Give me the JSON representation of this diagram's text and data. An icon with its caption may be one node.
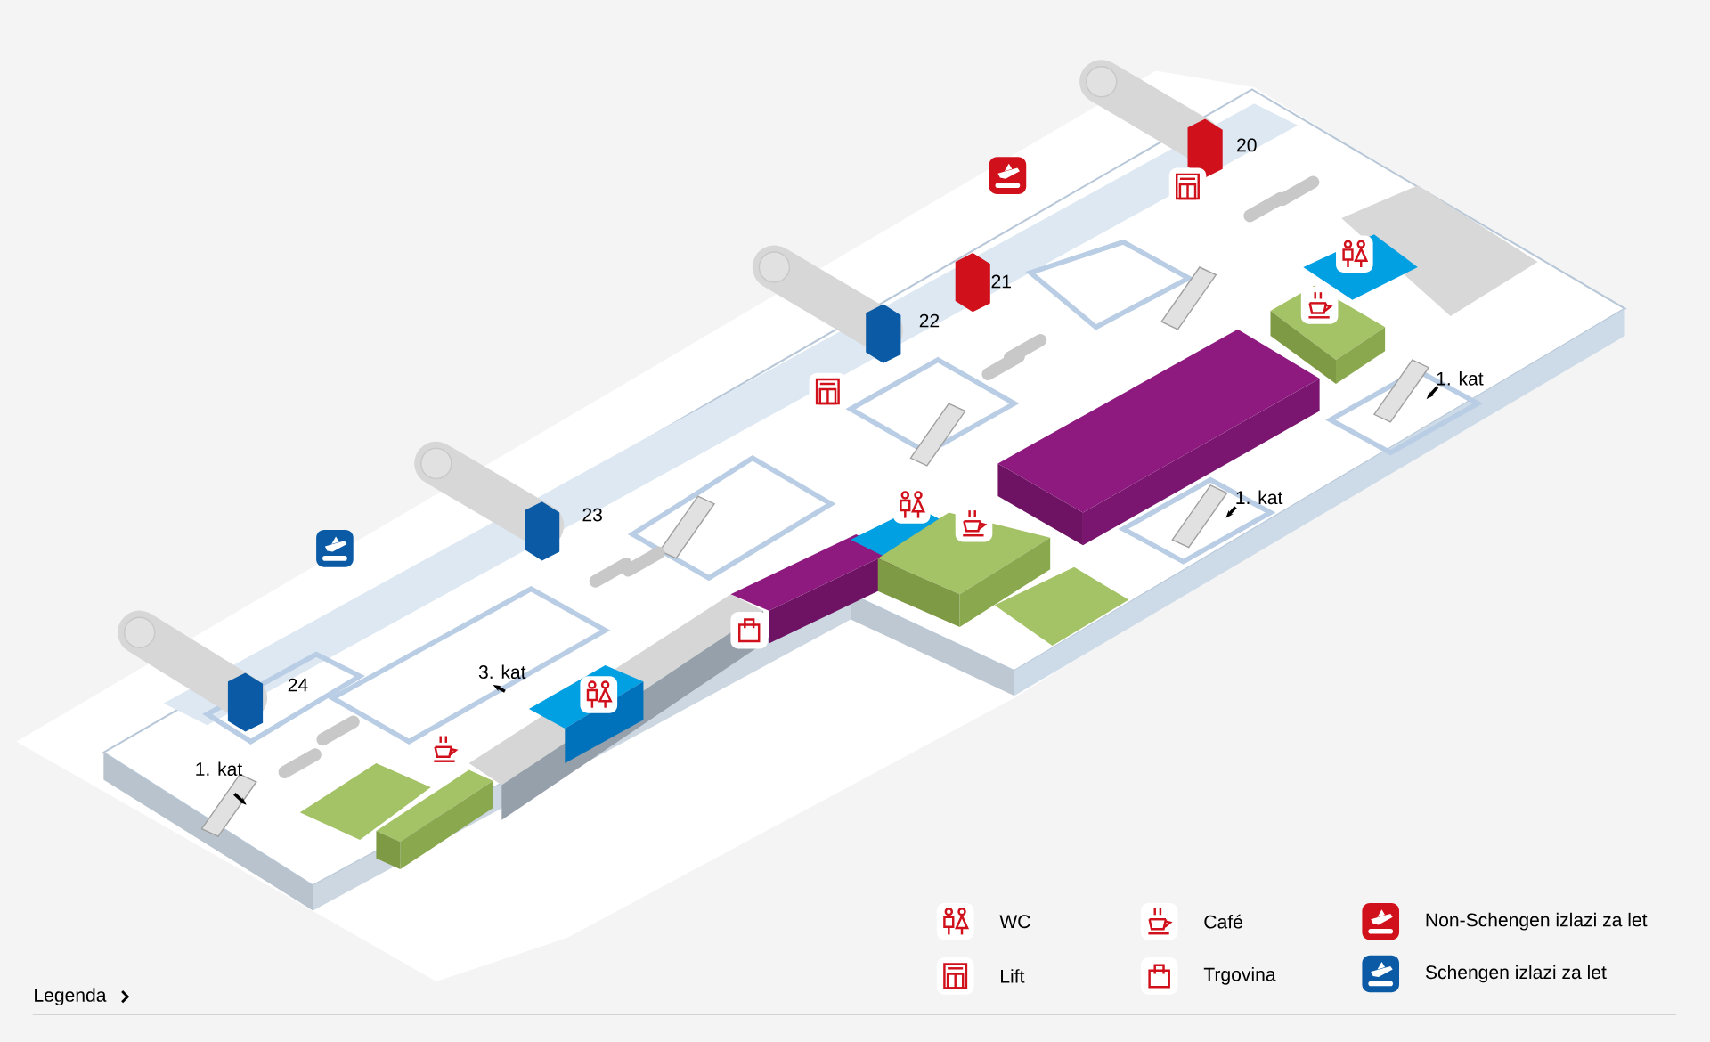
{
  "diagram": {
    "labels": [
      "20",
      "21",
      "22",
      "23",
      "24",
      "1. kat",
      "1. kat",
      "3. kat",
      "1. kat",
      "Legenda"
    ],
    "legend": [
      {
        "text": "WC"
      },
      {
        "text": "Café"
      },
      {
        "text": "Non-Schengen izlazi za let"
      },
      {
        "text": "Lift"
      },
      {
        "text": "Trgovina"
      },
      {
        "text": "Schengen izlazi za let"
      }
    ]
  }
}
